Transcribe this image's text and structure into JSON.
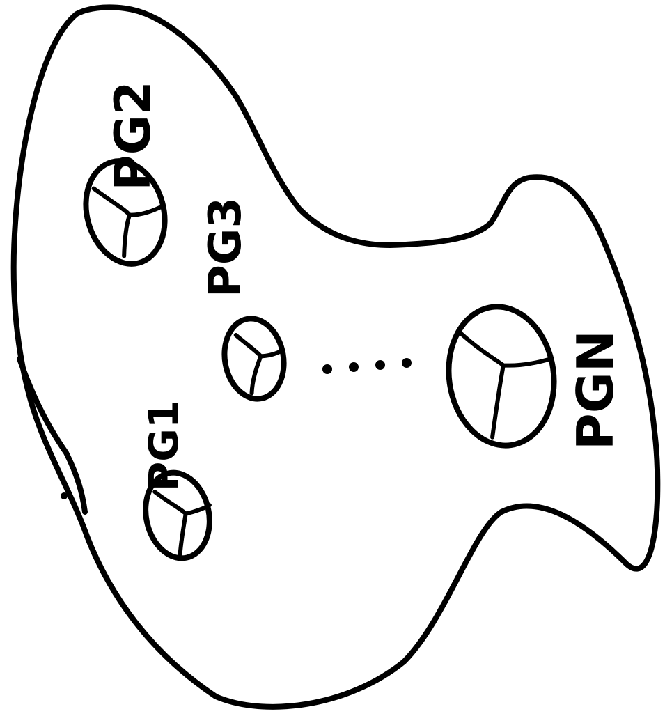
{
  "diagram": {
    "labels": {
      "pg1": "PG1",
      "pg2": "PG2",
      "pg3": "PG3",
      "pgn": "PGN"
    },
    "colors": {
      "ink": "#000000",
      "background": "#ffffff"
    }
  }
}
